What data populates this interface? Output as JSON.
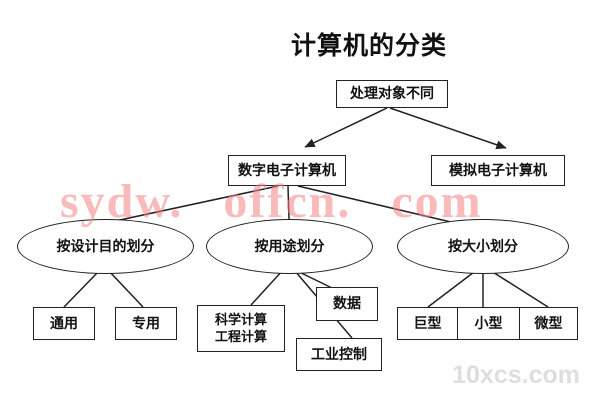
{
  "page": {
    "title": "计算机的分类"
  },
  "tree": {
    "root": {
      "label": "处理对象不同"
    },
    "branches": [
      {
        "label": "数字电子计算机"
      },
      {
        "label": "模拟电子计算机"
      }
    ],
    "categories": [
      {
        "label": "按设计目的划分",
        "leaves": [
          {
            "lines": [
              "通用"
            ]
          },
          {
            "lines": [
              "专用"
            ]
          }
        ]
      },
      {
        "label": "按用途划分",
        "leaves": [
          {
            "lines": [
              "科学计算",
              "工程计算"
            ]
          },
          {
            "lines": [
              "数据"
            ]
          },
          {
            "lines": [
              "工业控制"
            ]
          }
        ]
      },
      {
        "label": "按大小划分",
        "leaves": [
          {
            "lines": [
              "巨型"
            ]
          },
          {
            "lines": [
              "小型"
            ]
          },
          {
            "lines": [
              "微型"
            ]
          }
        ]
      }
    ]
  },
  "watermarks": {
    "center": "sydw. offcn. com",
    "corner": "10xcs.com"
  },
  "colors": {
    "line": "#222222",
    "watermark_pink": "#f38282",
    "watermark_gray": "#dedede",
    "background": "#ffffff"
  }
}
